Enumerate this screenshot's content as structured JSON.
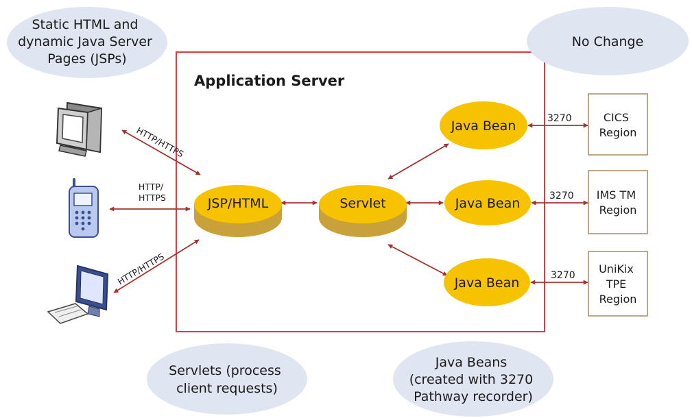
{
  "colors": {
    "server_border": "#e0383c",
    "bubble_fill": "#dfe6f1",
    "gold": "#f7c300",
    "gold_side": "#c9a13a",
    "arrow": "#a5322f",
    "region_border": "#a88a5a"
  },
  "bubbles": {
    "top_left": [
      "Static HTML and",
      "dynamic Java Server",
      "Pages (JSPs)"
    ],
    "top_right": [
      "No Change"
    ],
    "bottom_left": [
      "Servlets (process",
      "client requests)"
    ],
    "bottom_right": [
      "Java Beans",
      "(created with 3270",
      "Pathway recorder)"
    ]
  },
  "server_title": "Application Server",
  "nodes": {
    "jsp": "JSP/HTML",
    "servlet": "Servlet",
    "bean_top": "Java Bean",
    "bean_mid": "Java Bean",
    "bean_bot": "Java Bean"
  },
  "regions": {
    "cics": [
      "CICS",
      "Region"
    ],
    "ims": [
      "IMS TM",
      "Region"
    ],
    "unikix": [
      "UniKix",
      "TPE",
      "Region"
    ]
  },
  "protocol_label": "3270",
  "edge_labels": {
    "monitor": "HTTP/HTTPS",
    "phone": [
      "HTTP/",
      "HTTPS"
    ],
    "desktop": "HTTP/HTTPS"
  },
  "icons": [
    "monitor-icon",
    "mobile-phone-icon",
    "desktop-computer-icon"
  ]
}
